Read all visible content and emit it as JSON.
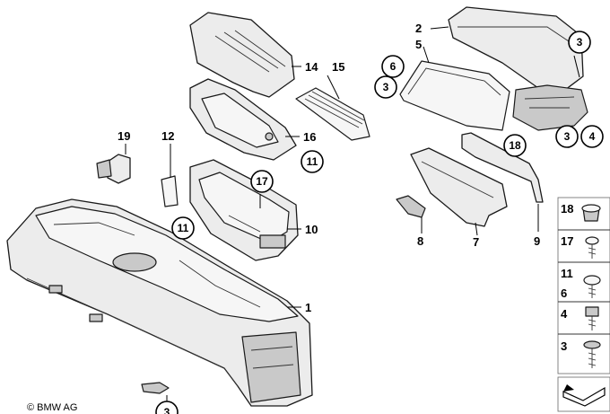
{
  "labels": {
    "l1": "1",
    "l2": "2",
    "l5": "5",
    "l6": "6",
    "l7": "7",
    "l8": "8",
    "l9": "9",
    "l10": "10",
    "l12": "12",
    "l14": "14",
    "l15": "15",
    "l16": "16",
    "l19": "19"
  },
  "circled": {
    "c3_top": "3",
    "c3_left": "3",
    "c3_right": "3",
    "c3_bottom": "3",
    "c4": "4",
    "c6": "6",
    "c11_a": "11",
    "c11_b": "11",
    "c17": "17",
    "c18": "18"
  },
  "legend": {
    "items": [
      {
        "label": "18"
      },
      {
        "label": "17"
      },
      {
        "label": "11"
      },
      {
        "label": "6"
      },
      {
        "label": "4"
      },
      {
        "label": "3"
      }
    ]
  },
  "copyright": "© BMW AG"
}
